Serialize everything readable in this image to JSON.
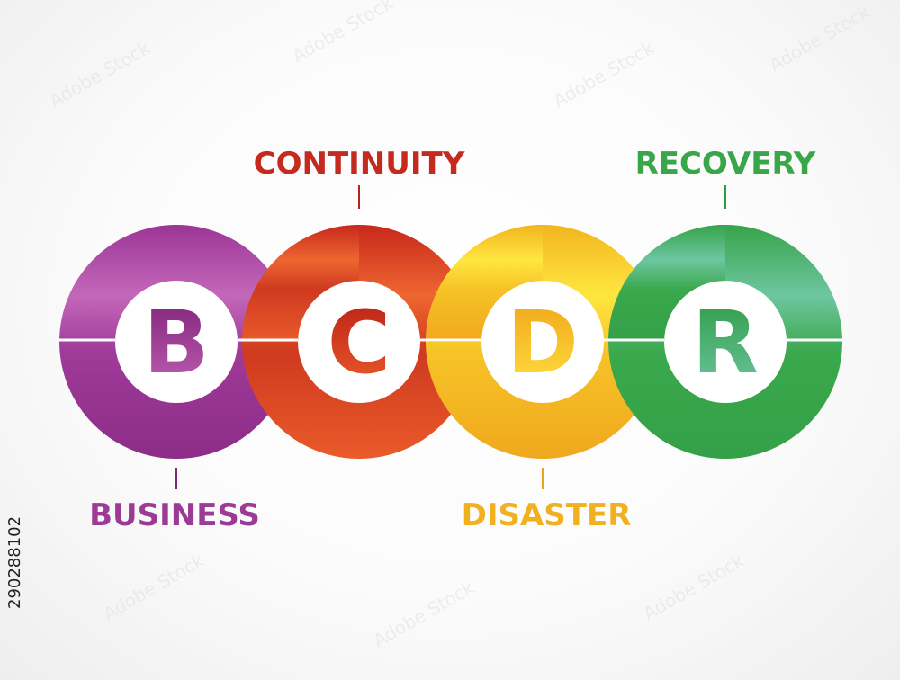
{
  "diagram": {
    "items": [
      {
        "letter": "B",
        "word": "BUSINESS",
        "color": "#9b3b95",
        "light": "#c66dbd",
        "word_position": "below"
      },
      {
        "letter": "C",
        "word": "CONTINUITY",
        "color": "#c42a1d",
        "light": "#ee6a32",
        "word_position": "above"
      },
      {
        "letter": "D",
        "word": "DISASTER",
        "color": "#f0b020",
        "light": "#ffe84a",
        "word_position": "below"
      },
      {
        "letter": "R",
        "word": "RECOVERY",
        "color": "#3aa64a",
        "light": "#6cc9a0",
        "word_position": "above"
      }
    ]
  },
  "watermark": {
    "stock_id": "290288102"
  }
}
